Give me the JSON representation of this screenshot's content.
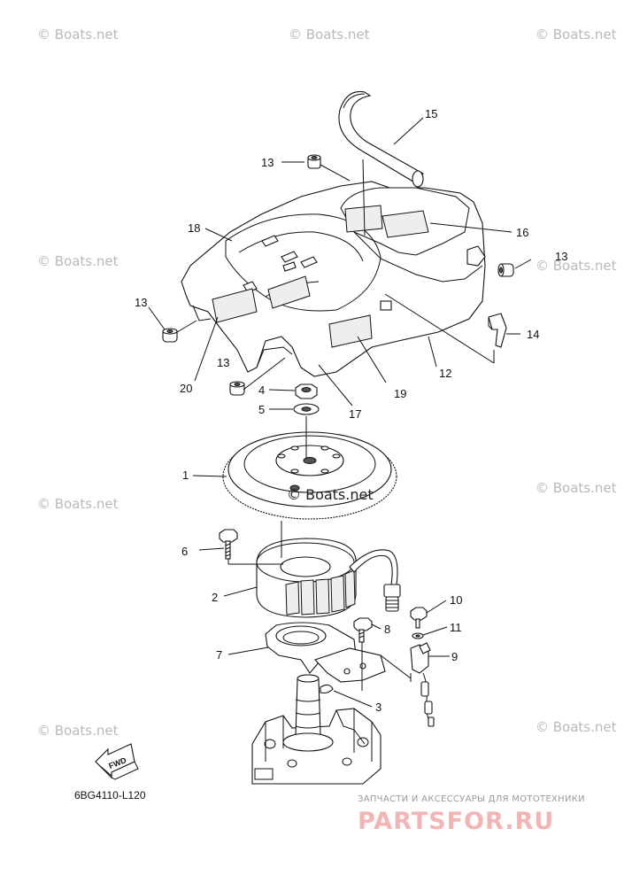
{
  "watermarks": {
    "text": "© Boats.net",
    "center_text": "© Boats.net"
  },
  "diagram_code": "6BG4110-L120",
  "fwd_label": "FWD",
  "advert": {
    "tagline": "ЗАПЧАСТИ И АКСЕССУАРЫ ДЛЯ МОТОТЕХНИКИ",
    "brand": "PARTSFOR.RU"
  },
  "callouts": {
    "c1": "1",
    "c2": "2",
    "c3": "3",
    "c4": "4",
    "c5": "5",
    "c6": "6",
    "c7": "7",
    "c8": "8",
    "c9": "9",
    "c10": "10",
    "c11": "11",
    "c12": "12",
    "c13a": "13",
    "c13b": "13",
    "c13c": "13",
    "c13d": "13",
    "c14": "14",
    "c15": "15",
    "c16": "16",
    "c17": "17",
    "c18": "18",
    "c19": "19",
    "c20": "20"
  }
}
